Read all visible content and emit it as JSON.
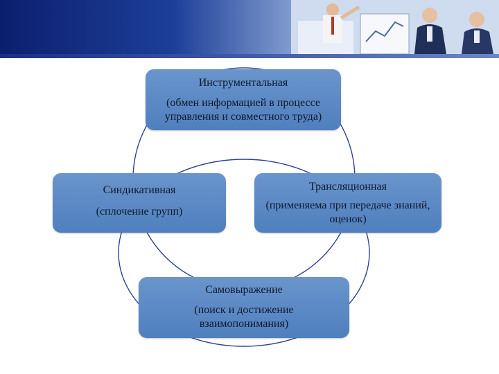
{
  "diagram": {
    "nodes": [
      {
        "title": "Инструментальная",
        "desc": "(обмен информацией в процессе управления и совместного труда)"
      },
      {
        "title": "Синдикативная",
        "desc": "(сплочение групп)"
      },
      {
        "title": "Трансляционная",
        "desc": "(применяема при передаче знаний, оценок)"
      },
      {
        "title": "Самовыражение",
        "desc": "(поиск и достижение взаимопонимания)"
      }
    ]
  },
  "colors": {
    "box_fill": "#5a88c6",
    "ring_stroke": "#2e3f9a",
    "banner_dark": "#0c1f6e"
  },
  "icons": {
    "banner_photo": "business-people-photo-icon"
  }
}
